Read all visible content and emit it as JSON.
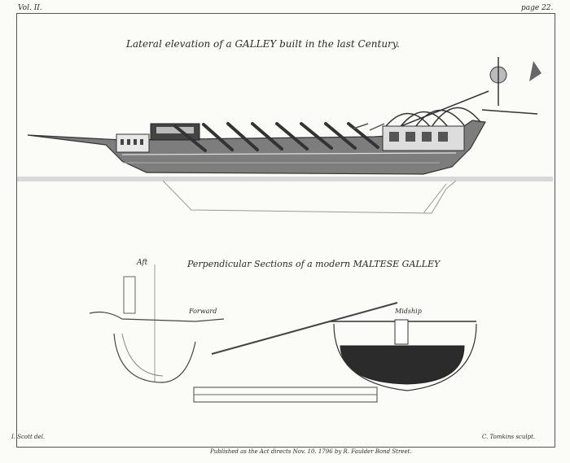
{
  "header": {
    "volume": "Vol. II.",
    "page": "page 22."
  },
  "titles": {
    "top": "Lateral elevation of a GALLEY built in the last Century.",
    "middle": "Perpendicular Sections of a modern MALTESE GALLEY"
  },
  "labels": {
    "aft": "Aft",
    "forward": "Forward",
    "midship": "Midship"
  },
  "credits": {
    "left": "I. Scott del.",
    "right": "C. Tomkins sculpt.",
    "published": "Published as the Act directs Nov. 10. 1796 by R. Faulder Bond Street."
  }
}
